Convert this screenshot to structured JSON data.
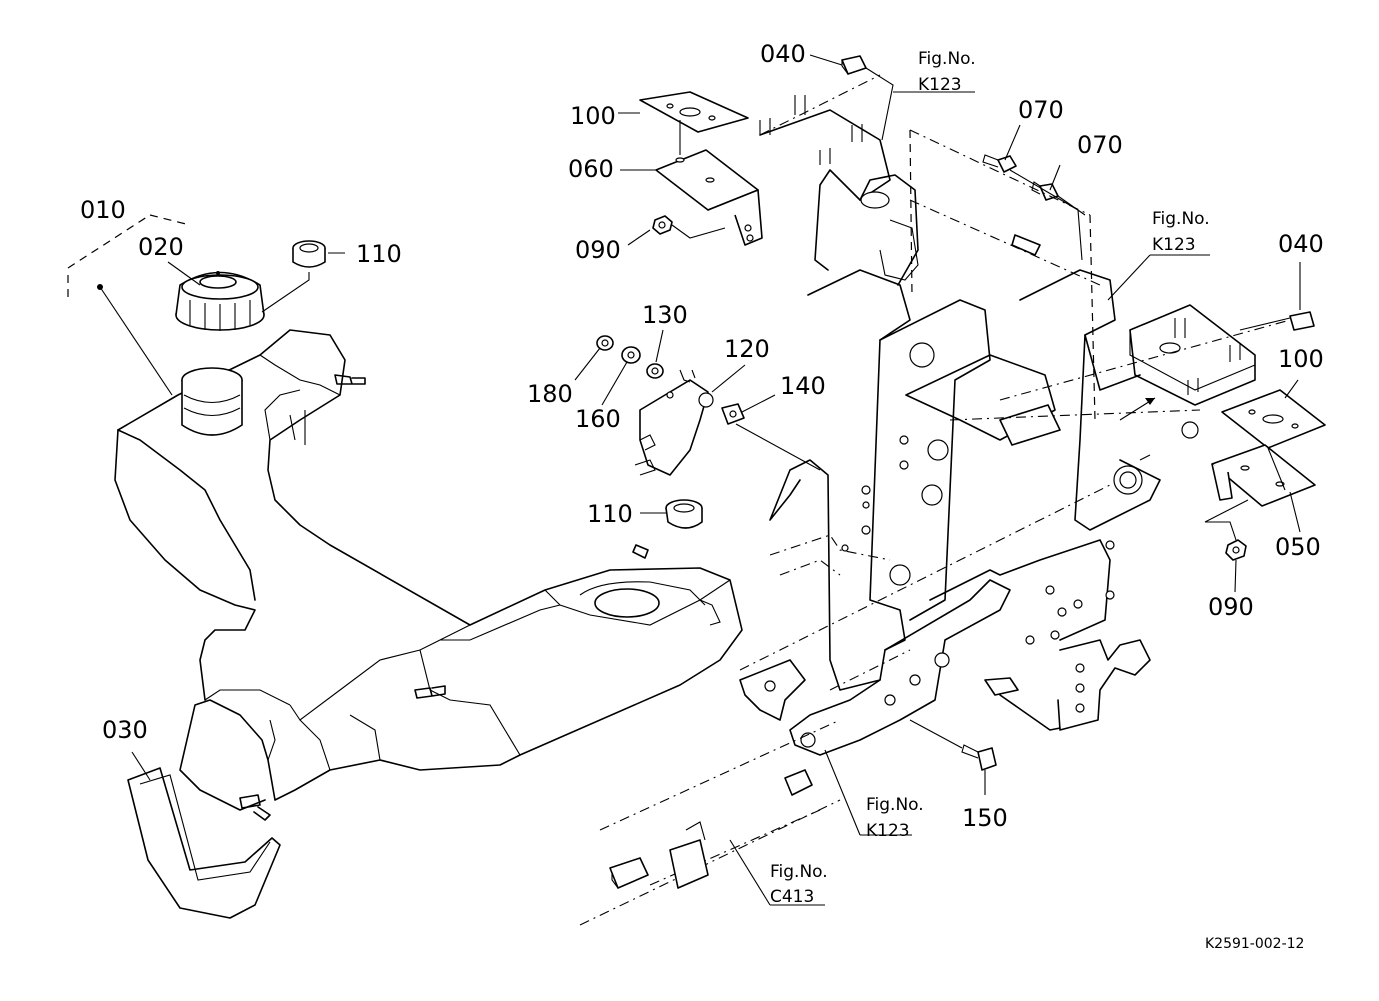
{
  "parts": [
    {
      "id": "p010",
      "number": "010"
    },
    {
      "id": "p020",
      "number": "020"
    },
    {
      "id": "p030",
      "number": "030"
    },
    {
      "id": "p040a",
      "number": "040"
    },
    {
      "id": "p040b",
      "number": "040"
    },
    {
      "id": "p050",
      "number": "050"
    },
    {
      "id": "p060",
      "number": "060"
    },
    {
      "id": "p070a",
      "number": "070"
    },
    {
      "id": "p070b",
      "number": "070"
    },
    {
      "id": "p090a",
      "number": "090"
    },
    {
      "id": "p090b",
      "number": "090"
    },
    {
      "id": "p100a",
      "number": "100"
    },
    {
      "id": "p100b",
      "number": "100"
    },
    {
      "id": "p110a",
      "number": "110"
    },
    {
      "id": "p110b",
      "number": "110"
    },
    {
      "id": "p120",
      "number": "120"
    },
    {
      "id": "p130",
      "number": "130"
    },
    {
      "id": "p140",
      "number": "140"
    },
    {
      "id": "p150",
      "number": "150"
    },
    {
      "id": "p160",
      "number": "160"
    },
    {
      "id": "p180",
      "number": "180"
    }
  ],
  "figure_refs": [
    {
      "id": "ref1",
      "label": "Fig.No.",
      "code": "K123"
    },
    {
      "id": "ref2",
      "label": "Fig.No.",
      "code": "K123"
    },
    {
      "id": "ref3",
      "label": "Fig.No.",
      "code": "K123"
    },
    {
      "id": "ref4",
      "label": "Fig.No.",
      "code": "C413"
    }
  ],
  "drawing_code": "K2591-002-12"
}
